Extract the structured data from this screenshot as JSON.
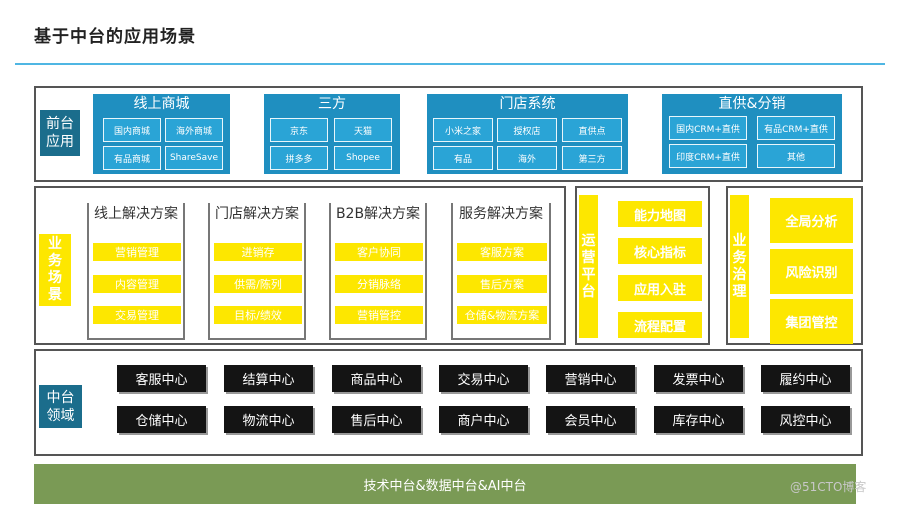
{
  "title": "基于中台的应用场景",
  "front": {
    "label": "前台\n应用",
    "groups": [
      {
        "title": "线上商城",
        "items": [
          "国内商城",
          "海外商城",
          "有品商城",
          "ShareSave"
        ]
      },
      {
        "title": "三方",
        "items": [
          "京东",
          "天猫",
          "拼多多",
          "Shopee"
        ]
      },
      {
        "title": "门店系统",
        "items": [
          "小米之家",
          "授权店",
          "直供点",
          "有品",
          "海外",
          "第三方"
        ]
      },
      {
        "title": "直供&分销",
        "items": [
          "国内CRM+直供",
          "有品CRM+直供",
          "印度CRM+直供",
          "其他"
        ]
      }
    ]
  },
  "business": {
    "label": "业\n务\n场\n景",
    "solutions": [
      {
        "title": "线上解决方案",
        "items": [
          "营销管理",
          "内容管理",
          "交易管理"
        ]
      },
      {
        "title": "门店解决方案",
        "items": [
          "进销存",
          "供需/陈列",
          "目标/绩效"
        ]
      },
      {
        "title": "B2B解决方案",
        "items": [
          "客户协同",
          "分销脉络",
          "营销管控"
        ]
      },
      {
        "title": "服务解决方案",
        "items": [
          "客服方案",
          "售后方案",
          "仓储&物流方案"
        ]
      }
    ]
  },
  "ops": {
    "label": "运\n营\n平\n台",
    "items": [
      "能力地图",
      "核心指标",
      "应用入驻",
      "流程配置"
    ]
  },
  "gov": {
    "label": "业\n务\n治\n理",
    "items": [
      "全局分析",
      "风险识别",
      "集团管控"
    ]
  },
  "middle": {
    "label": "中台\n领域",
    "row1": [
      "客服中心",
      "结算中心",
      "商品中心",
      "交易中心",
      "营销中心",
      "发票中心",
      "履约中心"
    ],
    "row2": [
      "仓储中心",
      "物流中心",
      "售后中心",
      "商户中心",
      "会员中心",
      "库存中心",
      "风控中心"
    ]
  },
  "bottom": "技术中台&数据中台&AI中台",
  "watermark": "@51CTO博客"
}
